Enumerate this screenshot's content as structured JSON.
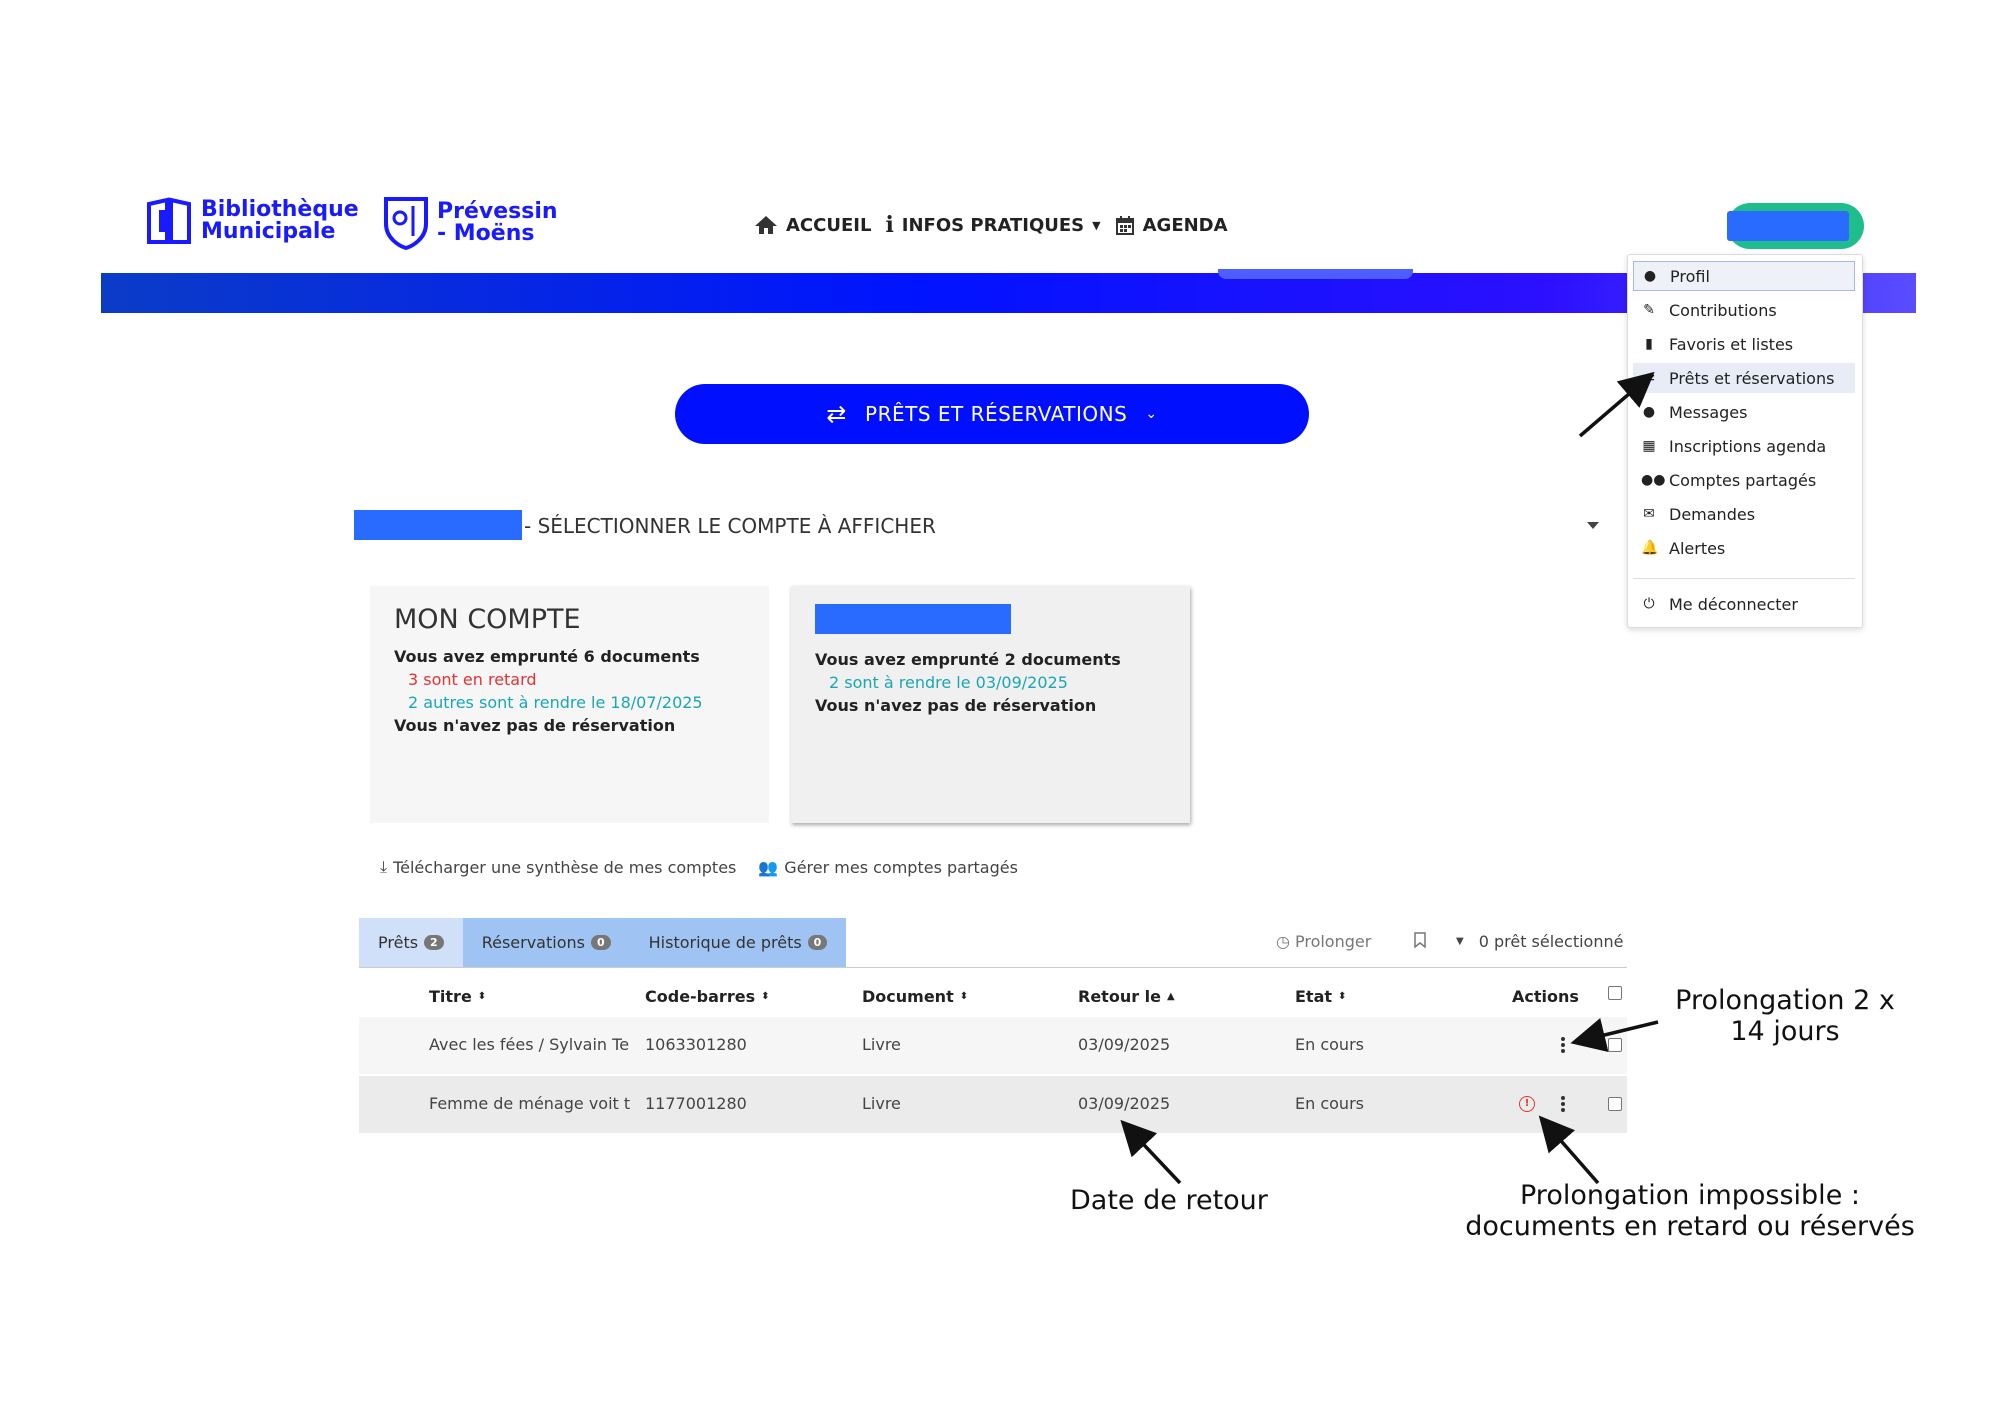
{
  "header": {
    "logo_library": {
      "line1": "Bibliothèque",
      "line2": "Municipale"
    },
    "logo_town": {
      "line1": "Prévessin",
      "line2": "- Moëns"
    },
    "nav": {
      "home": "ACCUEIL",
      "info": "INFOS PRATIQUES",
      "agenda": "AGENDA"
    }
  },
  "user_menu": {
    "items": [
      {
        "label": "Profil",
        "icon": "user-icon"
      },
      {
        "label": "Contributions",
        "icon": "pencil-icon"
      },
      {
        "label": "Favoris et listes",
        "icon": "bookmark-icon"
      },
      {
        "label": "Prêts et réservations",
        "icon": "exchange-icon"
      },
      {
        "label": "Messages",
        "icon": "comments-icon"
      },
      {
        "label": "Inscriptions agenda",
        "icon": "calendar-icon"
      },
      {
        "label": "Comptes partagés",
        "icon": "users-icon"
      },
      {
        "label": "Demandes",
        "icon": "envelope-icon"
      },
      {
        "label": "Alertes",
        "icon": "bell-icon"
      }
    ],
    "logout": "Me déconnecter"
  },
  "page": {
    "title_button": "PRÊTS ET RÉSERVATIONS",
    "account_selector": "- SÉLECTIONNER LE COMPTE À AFFICHER"
  },
  "accounts": {
    "mine": {
      "title": "MON COMPTE",
      "borrowed": "Vous avez emprunté 6 documents",
      "late": "3 sont en retard",
      "due": "2 autres sont à rendre le 18/07/2025",
      "reservations": "Vous n'avez pas de réservation"
    },
    "other": {
      "borrowed": "Vous avez emprunté 2 documents",
      "due": "2 sont à rendre le 03/09/2025",
      "reservations": "Vous n'avez pas de réservation"
    }
  },
  "links": {
    "download": "Télécharger une synthèse de mes comptes",
    "manage": "Gérer mes comptes partagés"
  },
  "tabs": [
    {
      "label": "Prêts",
      "count": "2"
    },
    {
      "label": "Réservations",
      "count": "0"
    },
    {
      "label": "Historique de prêts",
      "count": "0"
    }
  ],
  "toolbar": {
    "extend": "Prolonger",
    "selected": "0 prêt sélectionné"
  },
  "table": {
    "headers": {
      "title": "Titre",
      "barcode": "Code-barres",
      "document": "Document",
      "return": "Retour le",
      "state": "Etat",
      "actions": "Actions"
    },
    "rows": [
      {
        "title": "Avec les fées / Sylvain Te",
        "barcode": "1063301280",
        "document": "Livre",
        "return": "03/09/2025",
        "state": "En cours"
      },
      {
        "title": "Femme de ménage voit t",
        "barcode": "1177001280",
        "document": "Livre",
        "return": "03/09/2025",
        "state": "En cours"
      }
    ]
  },
  "annotations": {
    "extension": "Prolongation 2 x 14 jours",
    "return_date": "Date de retour",
    "impossible_line1": "Prolongation impossible :",
    "impossible_line2": "documents en retard ou réservés"
  },
  "colors": {
    "brand_blue": "#0010ff",
    "late_red": "#e63232",
    "due_teal": "#1aa7b4",
    "user_btn_green": "#1fbd8e"
  }
}
